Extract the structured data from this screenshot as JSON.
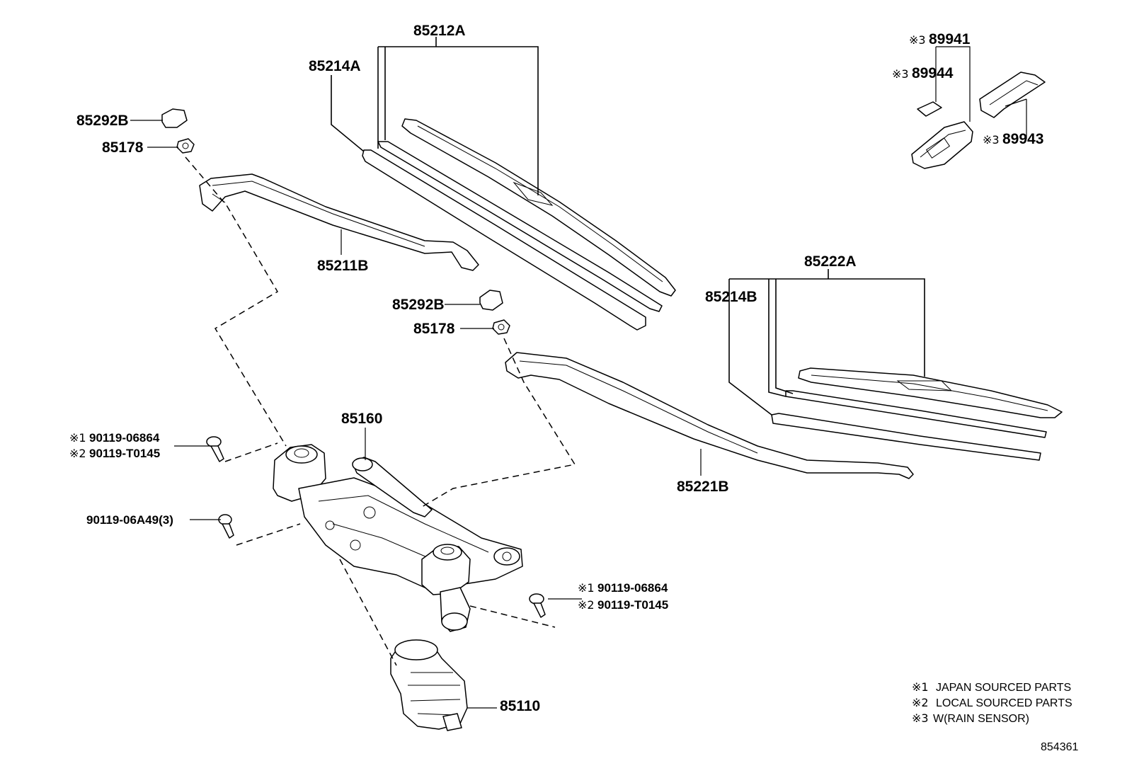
{
  "labels": {
    "p85212A": "85212A",
    "p85214A": "85214A",
    "p85292B_1": "85292B",
    "p85178_1": "85178",
    "p85211B": "85211B",
    "p85292B_2": "85292B",
    "p85178_2": "85178",
    "p85222A": "85222A",
    "p85214B": "85214B",
    "p85221B": "85221B",
    "p85160": "85160",
    "p85110": "85110",
    "p89941": "89941",
    "p89944": "89944",
    "p89943": "89943",
    "p06A49": "90119-06A49(3)",
    "bolt1_a": "90119-06864",
    "bolt1_b": "90119-T0145",
    "bolt2_a": "90119-06864",
    "bolt2_b": "90119-T0145"
  },
  "marks": {
    "m1": "※1",
    "m2": "※2",
    "m3": "※3"
  },
  "legend": {
    "line1": "JAPAN SOURCED PARTS",
    "line2": "LOCAL SOURCED PARTS",
    "line3": "W(RAIN SENSOR)"
  },
  "figure_id": "854361",
  "colors": {
    "ink": "#000000",
    "paper": "#ffffff"
  }
}
